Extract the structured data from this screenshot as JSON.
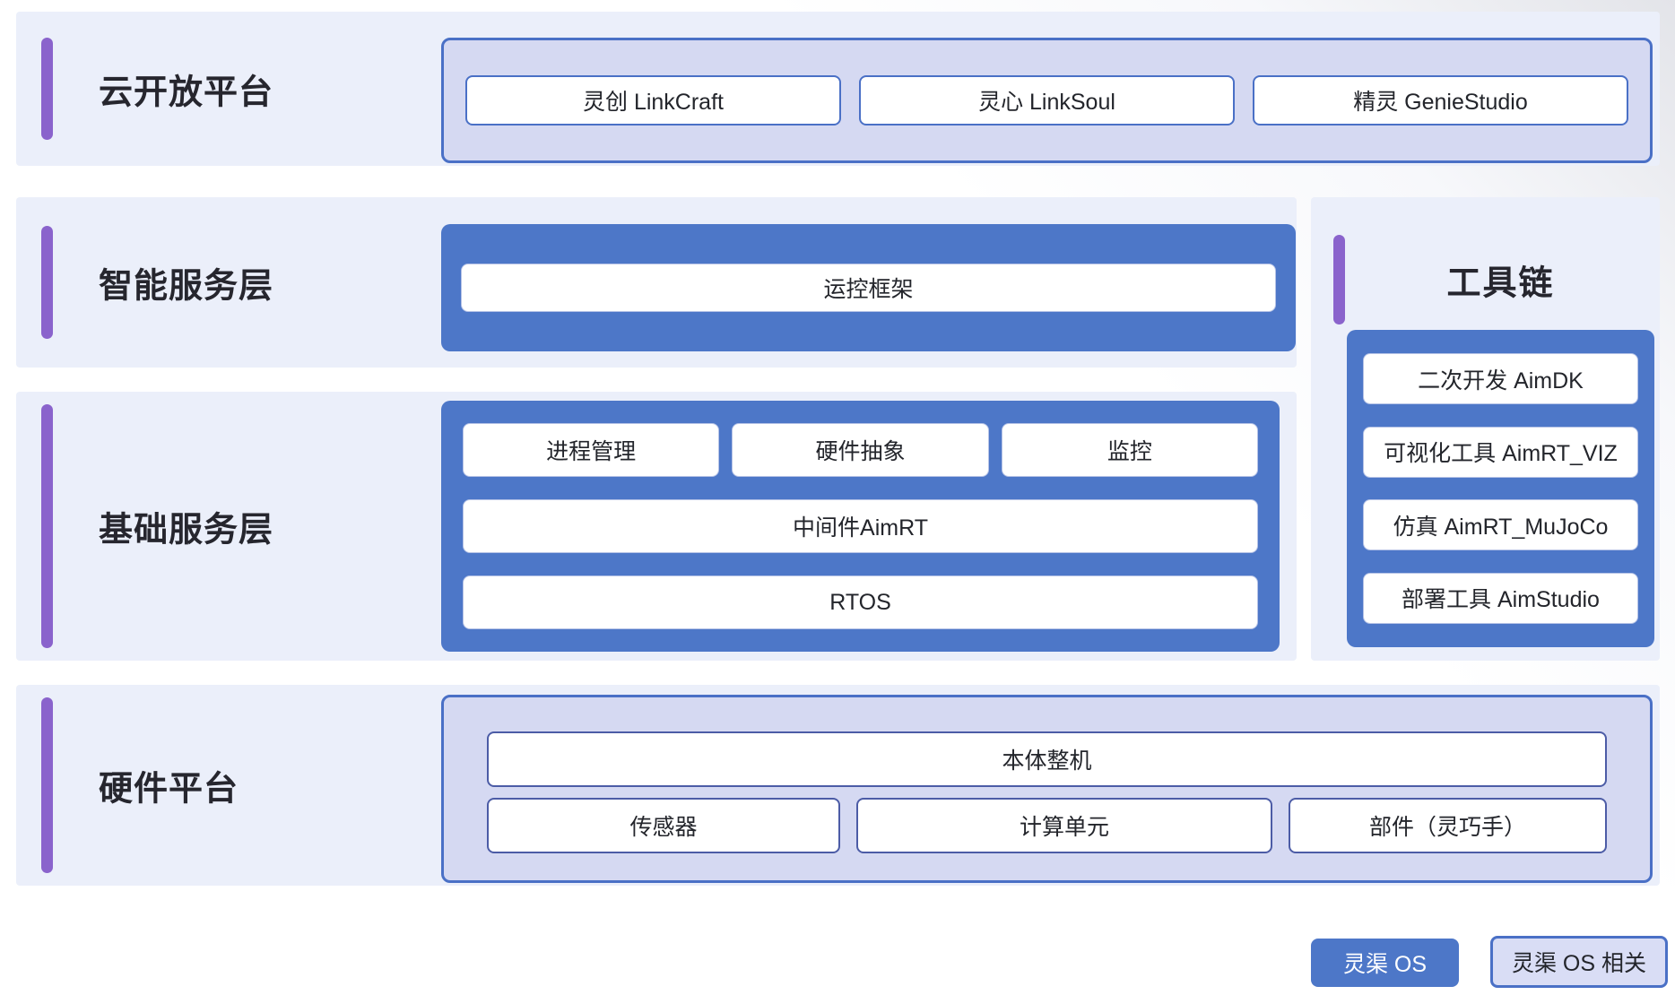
{
  "colors": {
    "panel_bg": "#ebeffa",
    "blue_fill": "#4d77c8",
    "blue_border": "#4a70c6",
    "lavender_fill": "#d5d9f2",
    "purple_bar": "#8a63cc",
    "hardware_border": "#4c5ca6",
    "text_dark": "#26262e"
  },
  "sections": {
    "cloud": {
      "label": "云开放平台",
      "items": [
        "灵创 LinkCraft",
        "灵心 LinkSoul",
        "精灵 GenieStudio"
      ]
    },
    "intelligent": {
      "label": "智能服务层",
      "items": [
        "运控框架"
      ]
    },
    "toolchain": {
      "label": "工具链",
      "items": [
        "二次开发 AimDK",
        "可视化工具 AimRT_VIZ",
        "仿真 AimRT_MuJoCo",
        "部署工具 AimStudio"
      ]
    },
    "base": {
      "label": "基础服务层",
      "row1": [
        "进程管理",
        "硬件抽象",
        "监控"
      ],
      "row2": "中间件AimRT",
      "row3": "RTOS"
    },
    "hardware": {
      "label": "硬件平台",
      "row1": "本体整机",
      "row2": [
        "传感器",
        "计算单元",
        "部件（灵巧手）"
      ]
    }
  },
  "legend": {
    "os": "灵渠 OS",
    "related": "灵渠 OS 相关"
  }
}
